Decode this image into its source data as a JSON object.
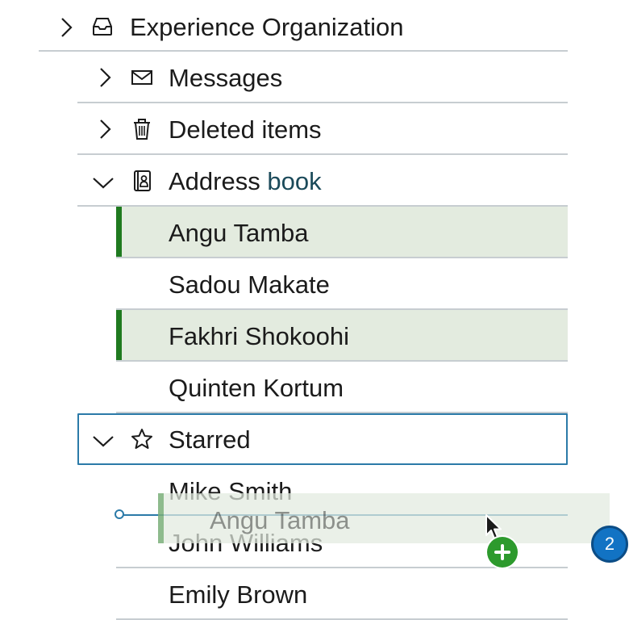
{
  "tree": {
    "root": {
      "label": "Experience Organization",
      "expanded": false
    },
    "messages": {
      "label": "Messages",
      "expanded": false
    },
    "deleted": {
      "label": "Deleted items",
      "expanded": false
    },
    "address_book": {
      "label_part1": "Address",
      "label_part2": "book",
      "expanded": true,
      "contacts": [
        {
          "name": "Angu Tamba",
          "selected": true
        },
        {
          "name": "Sadou Makate",
          "selected": false
        },
        {
          "name": "Fakhri Shokoohi",
          "selected": true
        },
        {
          "name": "Quinten Kortum",
          "selected": false
        }
      ]
    },
    "starred": {
      "label": "Starred",
      "expanded": true,
      "focused": true,
      "contacts": [
        {
          "name": "Mike Smith"
        },
        {
          "name": "John Williams"
        },
        {
          "name": "Emily Brown"
        }
      ]
    }
  },
  "drag": {
    "ghost_label": "Angu Tamba",
    "item_count": "2",
    "add_symbol": "+"
  },
  "colors": {
    "selection_bg": "#e3ebdf",
    "selection_bar": "#1f7a1f",
    "focus_border": "#2b7aa8",
    "divider": "#c7cdd1",
    "badge_blue": "#1273c4",
    "badge_green": "#2d9a2d"
  },
  "icons": {
    "chevron_collapsed": "chevron-right-icon",
    "chevron_expanded": "chevron-down-icon",
    "inbox": "inbox-icon",
    "mail": "envelope-icon",
    "trash": "trash-icon",
    "contacts": "address-book-icon",
    "star": "star-icon"
  }
}
